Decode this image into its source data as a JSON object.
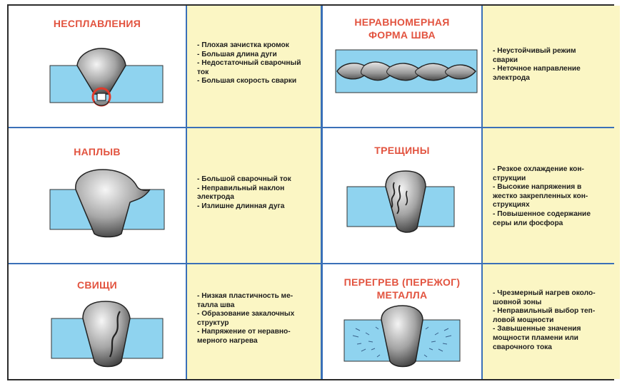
{
  "defects": [
    {
      "title": "НЕСПЛАВЛЕНИЯ",
      "causes": [
        "- Плохая зачистка кромок",
        "- Большая длина дуги",
        "- Недостаточный сварочный\nток",
        "- Большая скорость сварки"
      ],
      "illustration": "lack-of-fusion-weld-icon"
    },
    {
      "title": "НЕРАВНОМЕРНАЯ\nФОРМА ШВА",
      "causes": [
        "- Неустойчивый режим\nсварки",
        "- Неточное направление\nэлектрода"
      ],
      "illustration": "uneven-seam-icon"
    },
    {
      "title": "НАПЛЫВ",
      "causes": [
        "- Большой сварочный ток",
        "- Неправильный наклон\nэлектрода",
        "- Излишне длинная дуга"
      ],
      "illustration": "overlap-weld-icon"
    },
    {
      "title": "ТРЕЩИНЫ",
      "causes": [
        "- Резкое охлаждение кон-\nструкции",
        "- Высокие напряжения в\nжестко закрепленных кон-\nструкциях",
        "- Повышенное содержание\nсеры или фосфора"
      ],
      "illustration": "cracked-weld-icon"
    },
    {
      "title": "СВИЩИ",
      "causes": [
        "- Низкая пластичность ме-\nталла шва",
        "- Образование закалочных\nструктур",
        "- Напряжение от неравно-\nмерного нагрева"
      ],
      "illustration": "fistula-weld-icon"
    },
    {
      "title": "ПЕРЕГРЕВ (ПЕРЕЖОГ)\nМЕТАЛЛА",
      "causes": [
        "- Чрезмерный нагрев около-\nшовной зоны",
        "- Неправильный выбор теп-\nловой мощности",
        "- Завышенные значения\nмощности пламени или\nсварочного тока"
      ],
      "illustration": "overheated-weld-icon"
    }
  ],
  "colors": {
    "title": "#e2533f",
    "text_panel": "#fbf6c4",
    "grid_lines": "#3a70b8",
    "plate": "#8fd3ef",
    "weld": "#9a9a9a"
  }
}
